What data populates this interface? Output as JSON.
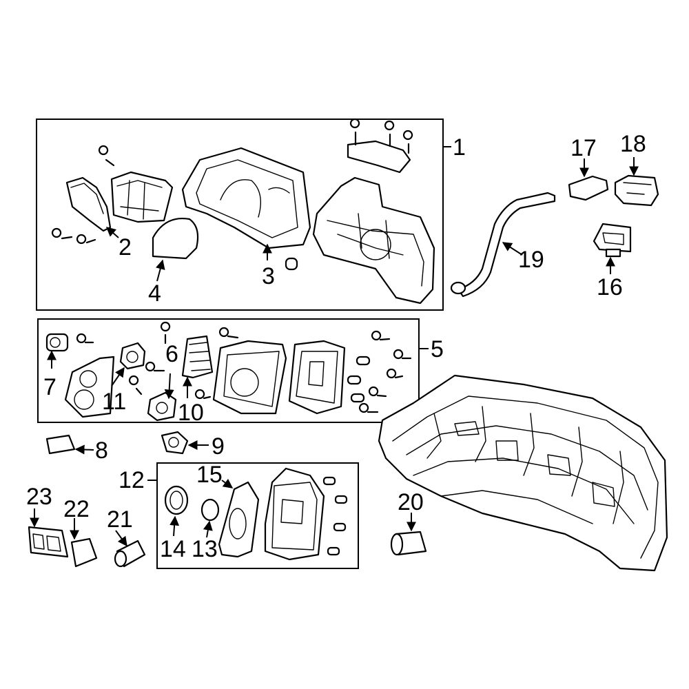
{
  "diagram": {
    "background": "#ffffff",
    "line_color": "#000000",
    "callouts": [
      {
        "id": "1",
        "label": "1"
      },
      {
        "id": "2",
        "label": "2"
      },
      {
        "id": "3",
        "label": "3"
      },
      {
        "id": "4",
        "label": "4"
      },
      {
        "id": "5",
        "label": "5"
      },
      {
        "id": "6",
        "label": "6"
      },
      {
        "id": "7",
        "label": "7"
      },
      {
        "id": "8",
        "label": "8"
      },
      {
        "id": "9",
        "label": "9"
      },
      {
        "id": "10",
        "label": "10"
      },
      {
        "id": "11",
        "label": "11"
      },
      {
        "id": "12",
        "label": "12"
      },
      {
        "id": "13",
        "label": "13"
      },
      {
        "id": "14",
        "label": "14"
      },
      {
        "id": "15",
        "label": "15"
      },
      {
        "id": "16",
        "label": "16"
      },
      {
        "id": "17",
        "label": "17"
      },
      {
        "id": "18",
        "label": "18"
      },
      {
        "id": "19",
        "label": "19"
      },
      {
        "id": "20",
        "label": "20"
      },
      {
        "id": "21",
        "label": "21"
      },
      {
        "id": "22",
        "label": "22"
      },
      {
        "id": "23",
        "label": "23"
      }
    ]
  }
}
